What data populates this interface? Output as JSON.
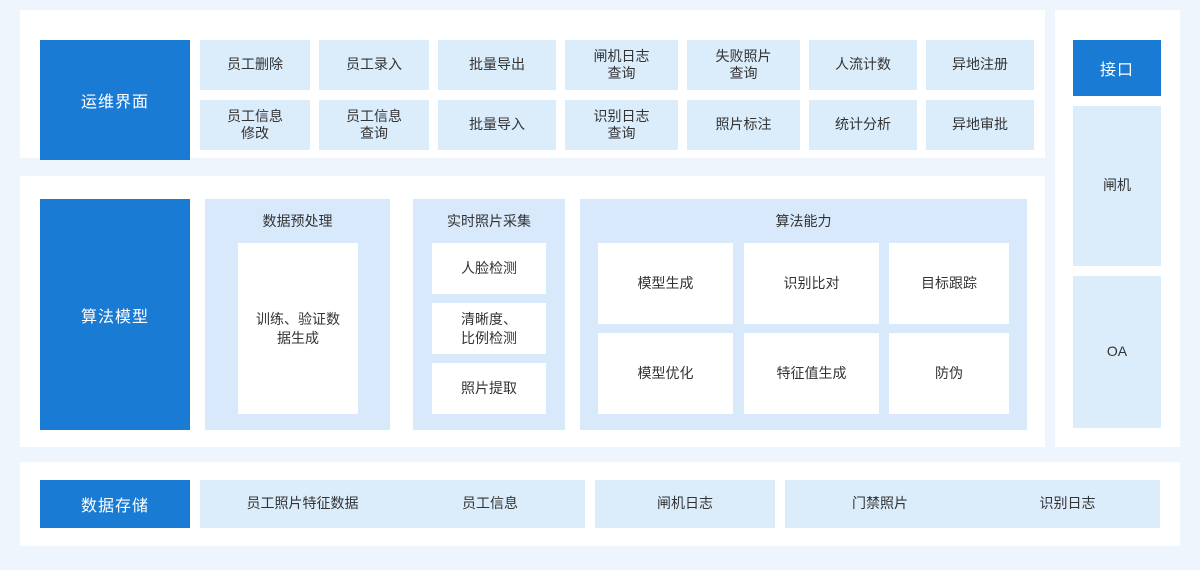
{
  "theme": {
    "page_background": "#eff5fd",
    "panel_background": "#ffffff",
    "accent_blue": "#1a7bd4",
    "chip_blue": "#dbecfb",
    "section_blue": "#d7e9fb",
    "card_white": "#ffffff",
    "text_color": "#333333",
    "accent_text_color": "#ffffff"
  },
  "ops_panel": {
    "header": "运维界面",
    "row1": [
      "员工删除",
      "员工录入",
      "批量导出",
      "闸机日志\n查询",
      "失败照片\n查询",
      "人流计数",
      "异地注册"
    ],
    "row2": [
      "员工信息\n修改",
      "员工信息\n查询",
      "批量导入",
      "识别日志\n查询",
      "照片标注",
      "统计分析",
      "异地审批"
    ]
  },
  "algorithm_panel": {
    "header": "算法模型",
    "sections": [
      {
        "title": "数据预处理",
        "cards": [
          "训练、验证数\n据生成"
        ]
      },
      {
        "title": "实时照片采集",
        "cards": [
          "人脸检测",
          "清晰度、\n比例检测",
          "照片提取"
        ]
      },
      {
        "title": "算法能力",
        "cards": [
          "模型生成",
          "识别比对",
          "目标跟踪",
          "模型优化",
          "特征值生成",
          "防伪"
        ]
      }
    ]
  },
  "storage_panel": {
    "header": "数据存储",
    "items": [
      "员工照片特征数据",
      "员工信息",
      "闸机日志",
      "门禁照片",
      "识别日志"
    ]
  },
  "interface_panel": {
    "header": "接口",
    "items": [
      "闸机",
      "OA"
    ]
  }
}
